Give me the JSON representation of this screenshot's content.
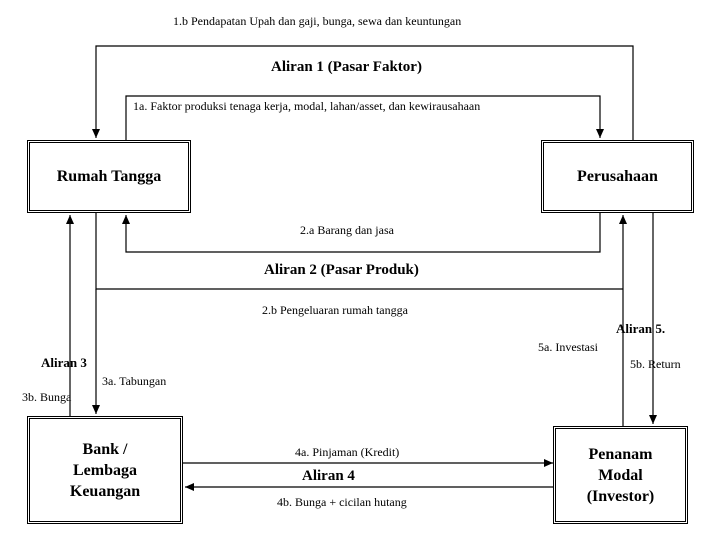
{
  "nodes": {
    "rumah_tangga": "Rumah Tangga",
    "perusahaan": "Perusahaan",
    "bank": "Bank /\nLembaga\nKeuangan",
    "penanam_modal": "Penanam\nModal\n(Investor)"
  },
  "flows": {
    "aliran1": "Aliran 1 (Pasar Faktor)",
    "aliran2": "Aliran 2 (Pasar Produk)",
    "aliran3": "Aliran 3",
    "aliran4": "Aliran 4",
    "aliran5": "Aliran 5."
  },
  "labels": {
    "l1b": "1.b Pendapatan Upah dan gaji, bunga, sewa dan keuntungan",
    "l1a": "1a. Faktor produksi tenaga kerja, modal, lahan/asset, dan kewirausahaan",
    "l2a": "2.a Barang dan jasa",
    "l2b": "2.b Pengeluaran rumah tangga",
    "l3a": "3a. Tabungan",
    "l3b": "3b. Bunga",
    "l4a": "4a. Pinjaman (Kredit)",
    "l4b": "4b. Bunga + cicilan hutang",
    "l5a": "5a. Investasi",
    "l5b": "5b. Return"
  }
}
